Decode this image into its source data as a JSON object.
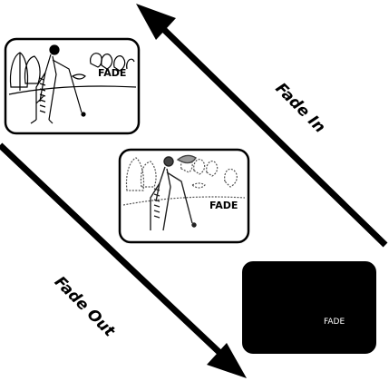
{
  "labels": {
    "fade_in": "Fade In",
    "fade_out": "Fade Out"
  },
  "frames": [
    {
      "caption": "FADE",
      "state": "full picture"
    },
    {
      "caption": "FADE",
      "state": "partially faded picture"
    },
    {
      "caption": "FADE",
      "state": "black screen"
    }
  ],
  "colors": {
    "ink": "#000000",
    "background": "#ffffff",
    "black_frame": "#000000"
  },
  "icons": [
    "arrow-up-left-icon",
    "arrow-down-right-icon",
    "golfer-illustration-icon"
  ]
}
